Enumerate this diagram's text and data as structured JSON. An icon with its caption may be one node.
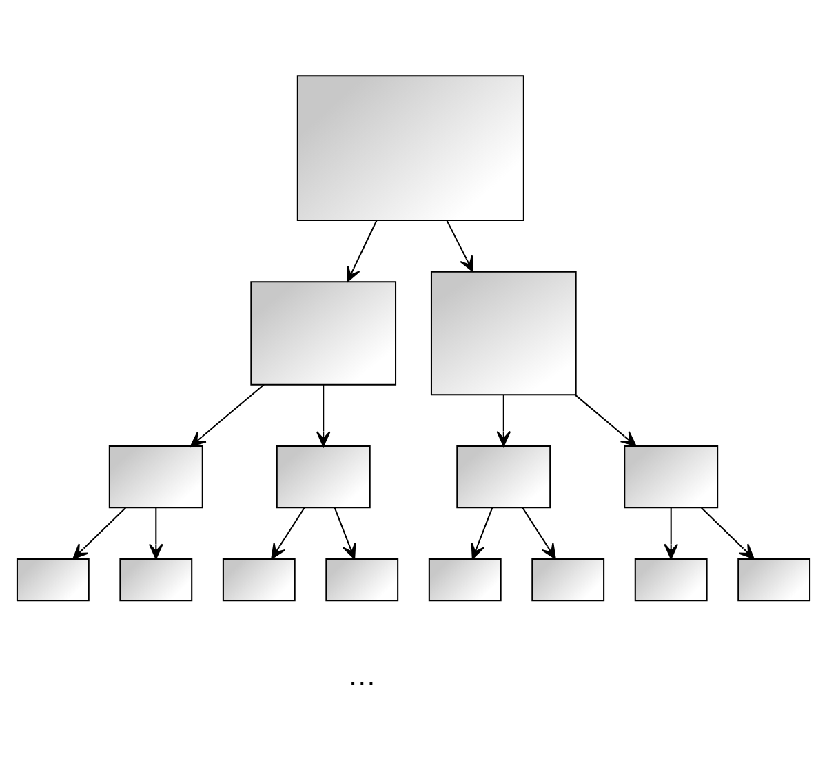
{
  "diagram": {
    "nodes": [
      {
        "text": [],
        "shape": "picture"
      },
      {
        "text": [],
        "shape": "picture"
      },
      {
        "text": [],
        "shape": "picture"
      },
      {
        "text": [],
        "shape": "picture"
      },
      {
        "text": [],
        "shape": "picture"
      },
      {
        "text": [],
        "shape": "picture"
      },
      {
        "text": [],
        "shape": "picture"
      },
      {
        "text": [],
        "shape": "picture"
      },
      {
        "text": [],
        "shape": "picture"
      },
      {
        "text": [],
        "shape": "picture"
      },
      {
        "text": [],
        "shape": "picture"
      },
      {
        "text": [],
        "shape": "picture"
      },
      {
        "text": [],
        "shape": "picture"
      },
      {
        "text": [],
        "shape": "picture"
      },
      {
        "text": [],
        "shape": "picture"
      }
    ],
    "edges": [
      {
        "from": 0,
        "to": 1,
        "arrow": "to"
      },
      {
        "from": 0,
        "to": 2,
        "arrow": "to"
      },
      {
        "from": 1,
        "to": 3,
        "arrow": "to"
      },
      {
        "from": 1,
        "to": 4,
        "arrow": "to"
      },
      {
        "from": 2,
        "to": 5,
        "arrow": "to"
      },
      {
        "from": 2,
        "to": 6,
        "arrow": "to"
      },
      {
        "from": 3,
        "to": 7,
        "arrow": "to"
      },
      {
        "from": 3,
        "to": 8,
        "arrow": "to"
      },
      {
        "from": 4,
        "to": 9,
        "arrow": "to"
      },
      {
        "from": 4,
        "to": 10,
        "arrow": "to"
      },
      {
        "from": 5,
        "to": 11,
        "arrow": "to"
      },
      {
        "from": 5,
        "to": 12,
        "arrow": "to"
      },
      {
        "from": 6,
        "to": 13,
        "arrow": "to"
      },
      {
        "from": 6,
        "to": 14,
        "arrow": "to"
      }
    ],
    "labels": [
      "…"
    ]
  }
}
